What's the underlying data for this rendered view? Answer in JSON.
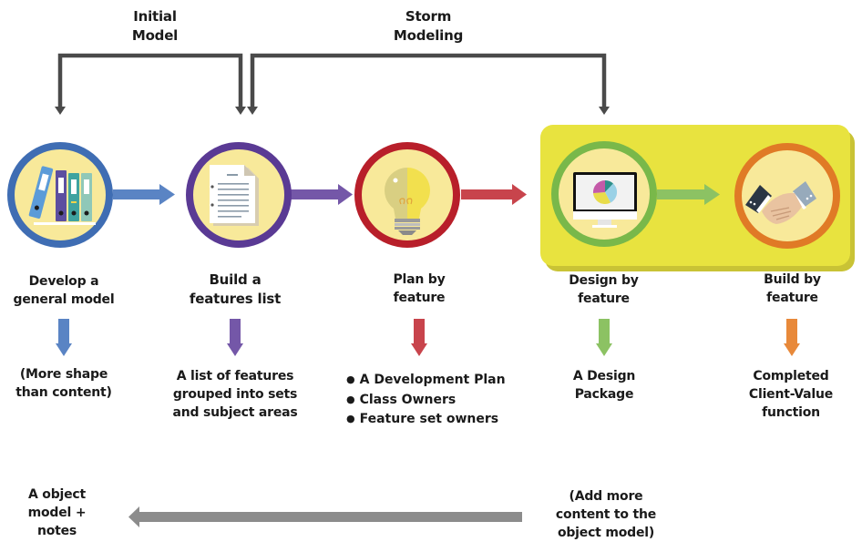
{
  "diagram": {
    "top_brackets": [
      {
        "label": "Initial\nModel",
        "from_step": 1,
        "to_step": 2
      },
      {
        "label": "Storm\nModeling",
        "from_step": 2,
        "to_step": 4
      }
    ],
    "steps": [
      {
        "id": 1,
        "title": "Develop a\ngeneral model",
        "output": "(More shape\nthan content)",
        "icon": "binders-icon",
        "ring_color": "#3f6db3",
        "arrow_color": "#5a84c4"
      },
      {
        "id": 2,
        "title": "Build a\nfeatures list",
        "output": "A list of features\ngrouped into sets\nand subject areas",
        "icon": "document-icon",
        "ring_color": "#5a3a94",
        "arrow_color": "#7457a8"
      },
      {
        "id": 3,
        "title": "Plan by\nfeature",
        "output_bullets": [
          "A Development Plan",
          "Class Owners",
          "Feature set owners"
        ],
        "icon": "lightbulb-icon",
        "ring_color": "#b81f2a",
        "arrow_color": "#c8444c"
      },
      {
        "id": 4,
        "title": "Design by\nfeature",
        "output": "A Design\nPackage",
        "icon": "monitor-pie-chart-icon",
        "ring_color": "#79b84a",
        "arrow_color": "#8cc263"
      },
      {
        "id": 5,
        "title": "Build by\nfeature",
        "output": "Completed\nClient-Value\nfunction",
        "icon": "handshake-icon",
        "ring_color": "#e07a26",
        "arrow_color": "#e8893a"
      }
    ],
    "iteration_highlight": {
      "steps": [
        4,
        5
      ],
      "color": "#e8e33f"
    },
    "bottom": {
      "left_label": "A object\nmodel +\nnotes",
      "right_label": "(Add more\ncontent to the\nobject model)",
      "arrow_color": "#8c8c8c"
    },
    "colors": {
      "circle_fill": "#f8e99a",
      "bracket": "#4a4a4a",
      "text": "#1a1a1a"
    }
  }
}
